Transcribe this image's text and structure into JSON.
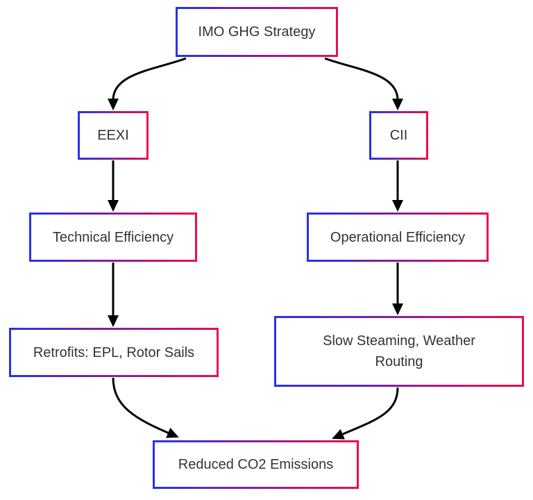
{
  "diagram": {
    "title": "IMO GHG Strategy flowchart",
    "colors": {
      "background": "#ffffff",
      "node_fill": "#ffffff",
      "text": "#333333",
      "edge": "#000000",
      "border_gradient_start": "#2533e8",
      "border_gradient_end": "#ec0c4e"
    },
    "nodes": [
      {
        "id": "imo",
        "label": "IMO GHG Strategy"
      },
      {
        "id": "eexi",
        "label": "EEXI"
      },
      {
        "id": "cii",
        "label": "CII"
      },
      {
        "id": "tech",
        "label": "Technical Efficiency"
      },
      {
        "id": "oper",
        "label": "Operational Efficiency"
      },
      {
        "id": "retro",
        "label": "Retrofits: EPL, Rotor Sails"
      },
      {
        "id": "slow",
        "label": "Slow Steaming, Weather Routing"
      },
      {
        "id": "reduced",
        "label": "Reduced CO2 Emissions"
      }
    ],
    "edges": [
      {
        "from": "imo",
        "to": "eexi"
      },
      {
        "from": "imo",
        "to": "cii"
      },
      {
        "from": "eexi",
        "to": "tech"
      },
      {
        "from": "cii",
        "to": "oper"
      },
      {
        "from": "tech",
        "to": "retro"
      },
      {
        "from": "oper",
        "to": "slow"
      },
      {
        "from": "retro",
        "to": "reduced"
      },
      {
        "from": "slow",
        "to": "reduced"
      }
    ]
  }
}
